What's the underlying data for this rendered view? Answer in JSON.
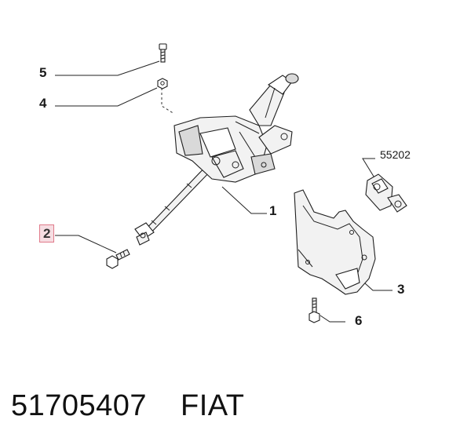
{
  "callouts": {
    "c1": "1",
    "c2": "2",
    "c3": "3",
    "c4": "4",
    "c5": "5",
    "c6": "6",
    "c55202": "55202"
  },
  "footer": {
    "part_number": "51705407",
    "brand": "FIAT"
  },
  "colors": {
    "highlight_border": "#e07a8a",
    "highlight_fill": "#f6dde2"
  }
}
